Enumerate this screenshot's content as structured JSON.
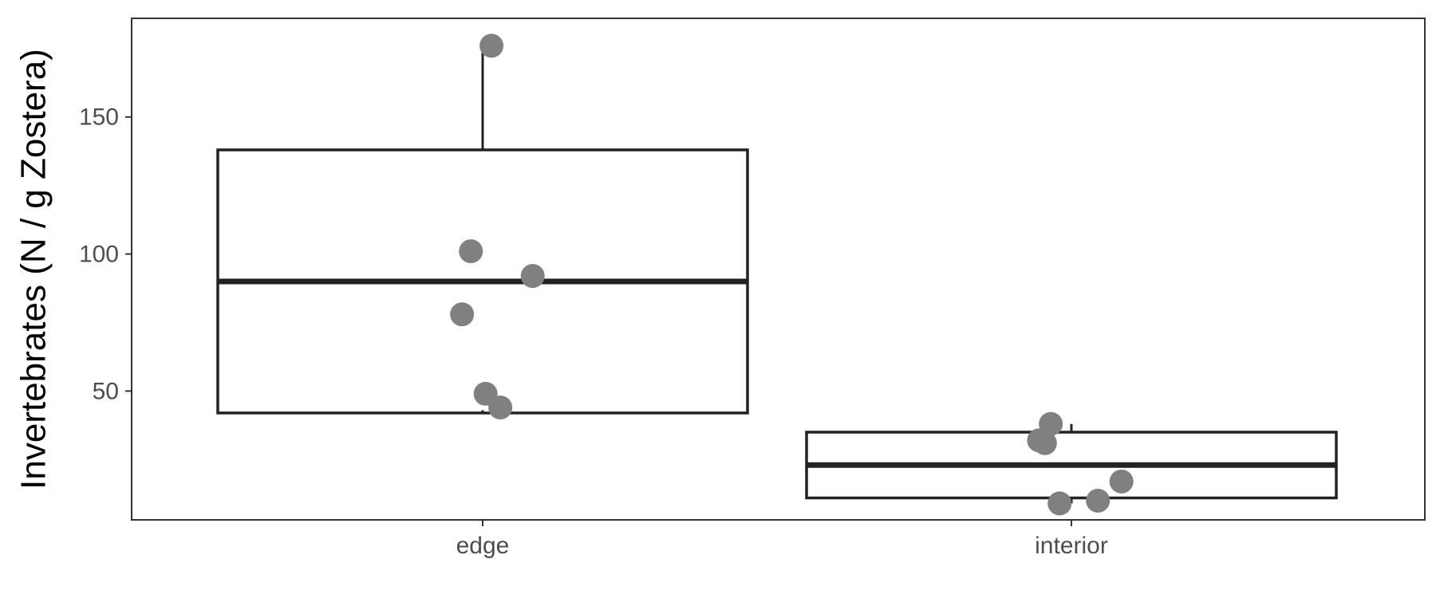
{
  "chart_data": {
    "type": "box",
    "xlabel": "",
    "ylabel": "Invertebrates (N / g Zostera)",
    "categories": [
      "edge",
      "interior"
    ],
    "ylim": [
      3,
      186
    ],
    "yticks": [
      50,
      100,
      150
    ],
    "grid": false,
    "boxes": [
      {
        "category": "edge",
        "whisker_low": 43,
        "q1": 42,
        "median": 90,
        "q3": 138,
        "whisker_high": 176
      },
      {
        "category": "interior",
        "whisker_low": 9,
        "q1": 11,
        "median": 23,
        "q3": 35,
        "whisker_high": 38
      }
    ],
    "points": [
      {
        "category": "edge",
        "jitter": 0.03,
        "y": 176
      },
      {
        "category": "edge",
        "jitter": -0.04,
        "y": 101
      },
      {
        "category": "edge",
        "jitter": 0.17,
        "y": 92
      },
      {
        "category": "edge",
        "jitter": -0.07,
        "y": 78
      },
      {
        "category": "edge",
        "jitter": 0.01,
        "y": 49
      },
      {
        "category": "edge",
        "jitter": 0.06,
        "y": 44
      },
      {
        "category": "interior",
        "jitter": -0.07,
        "y": 38
      },
      {
        "category": "interior",
        "jitter": -0.11,
        "y": 32
      },
      {
        "category": "interior",
        "jitter": -0.09,
        "y": 31
      },
      {
        "category": "interior",
        "jitter": 0.17,
        "y": 17
      },
      {
        "category": "interior",
        "jitter": 0.09,
        "y": 10
      },
      {
        "category": "interior",
        "jitter": -0.04,
        "y": 9
      }
    ],
    "colors": {
      "box": "#222222",
      "point": "#808080",
      "axis_text": "#4d4d4d",
      "panel_border": "#333333"
    }
  }
}
